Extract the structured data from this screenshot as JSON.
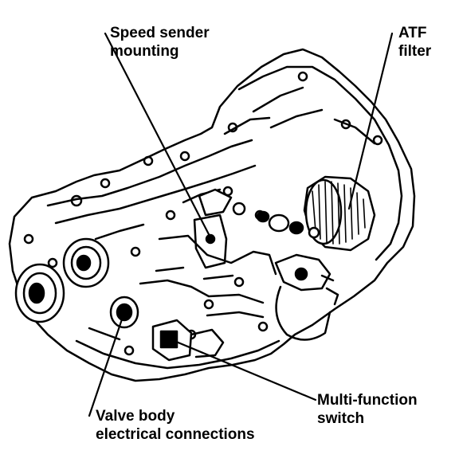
{
  "labels": {
    "speed_sender": [
      "Speed sender",
      "mounting"
    ],
    "atf_filter": [
      "ATF",
      "filter"
    ],
    "multi_function": [
      "Multi-function",
      "switch"
    ],
    "valve_body": [
      "Valve body",
      "electrical connections"
    ]
  },
  "colors": {
    "ink": "#000000",
    "paper": "#ffffff"
  }
}
